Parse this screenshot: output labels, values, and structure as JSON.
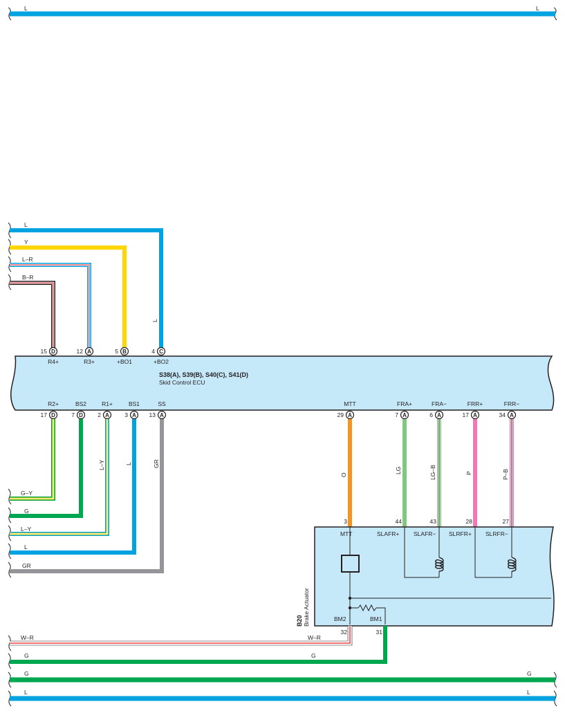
{
  "colors": {
    "L": "#00a3e0",
    "Y": "#ffd600",
    "G": "#00a650",
    "GR": "#939598",
    "O": "#f7941d",
    "LG": "#7fc97f",
    "P": "#f278b4",
    "R": "#ed1c24",
    "W": "#ffffff",
    "B": "#231f20",
    "ecu_fill": "#c6e9f9",
    "outline": "#231f20"
  },
  "top_bus": {
    "left_label": "L",
    "right_label": "L"
  },
  "ecu": {
    "title": "S38(A), S39(B), S40(C), S41(D)",
    "subtitle": "Skid Control ECU",
    "top_pins": [
      {
        "num": "15",
        "letter": "D",
        "name": "R4+"
      },
      {
        "num": "12",
        "letter": "A",
        "name": "R3+"
      },
      {
        "num": "5",
        "letter": "B",
        "name": "+BO1"
      },
      {
        "num": "4",
        "letter": "C",
        "name": "+BO2"
      }
    ],
    "bottom_pins": [
      {
        "num": "17",
        "letter": "D",
        "name": "R2+"
      },
      {
        "num": "7",
        "letter": "D",
        "name": "BS2"
      },
      {
        "num": "2",
        "letter": "A",
        "name": "R1+"
      },
      {
        "num": "3",
        "letter": "A",
        "name": "BS1"
      },
      {
        "num": "13",
        "letter": "A",
        "name": "SS"
      },
      {
        "num": "29",
        "letter": "A",
        "name": "MTT"
      },
      {
        "num": "7",
        "letter": "A",
        "name": "FRA+"
      },
      {
        "num": "6",
        "letter": "A",
        "name": "FRA−"
      },
      {
        "num": "17",
        "letter": "A",
        "name": "FRR+"
      },
      {
        "num": "34",
        "letter": "A",
        "name": "FRR−"
      }
    ]
  },
  "upper_left_wires": [
    {
      "label": "L"
    },
    {
      "label": "Y"
    },
    {
      "label": "L–R"
    },
    {
      "label": "B–R"
    }
  ],
  "upper_vertical_label": "L",
  "lower_left_wires": [
    {
      "label": "G–Y"
    },
    {
      "label": "G"
    },
    {
      "label": "L–Y"
    },
    {
      "label": "L"
    },
    {
      "label": "GR"
    }
  ],
  "lower_vertical_labels": {
    "r1": "L–Y",
    "bs1": "L",
    "ss": "GR",
    "mtt": "O",
    "fra_plus": "LG",
    "fra_minus": "LG–B",
    "frr_plus": "P",
    "frr_minus": "P–B"
  },
  "actuator": {
    "code": "B20",
    "name": "Brake Actuator",
    "top_pins": [
      {
        "num": "3",
        "name": "MTT"
      },
      {
        "num": "44",
        "name": "SLAFR+"
      },
      {
        "num": "43",
        "name": "SLAFR−"
      },
      {
        "num": "28",
        "name": "SLRFR+"
      },
      {
        "num": "27",
        "name": "SLRFR−"
      }
    ],
    "bottom_pins": [
      {
        "num": "32",
        "name": "BM2"
      },
      {
        "num": "31",
        "name": "BM1"
      }
    ]
  },
  "ground_wires": [
    {
      "left_label": "W–R",
      "mid_label": "W–R"
    },
    {
      "left_label": "G",
      "mid_label": "G"
    }
  ],
  "bottom_buses": [
    {
      "left_label": "G",
      "right_label": "G"
    },
    {
      "left_label": "L",
      "right_label": "L"
    }
  ]
}
